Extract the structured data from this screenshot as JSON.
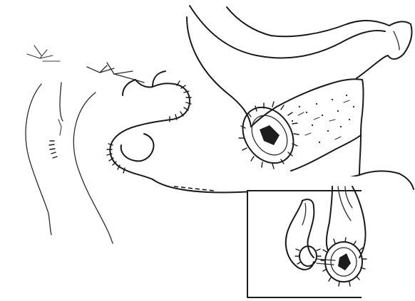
{
  "figure": {
    "description_colors": {
      "ink": "#1a1a1a",
      "background": "#ffffff"
    },
    "panels": [
      {
        "id": "phase-1",
        "kind": "ghost-sketch"
      },
      {
        "id": "phase-2",
        "kind": "ghost-sketch"
      },
      {
        "id": "main",
        "kind": "anastomosis-illustration"
      },
      {
        "id": "inset",
        "kind": "detail-box"
      }
    ]
  }
}
